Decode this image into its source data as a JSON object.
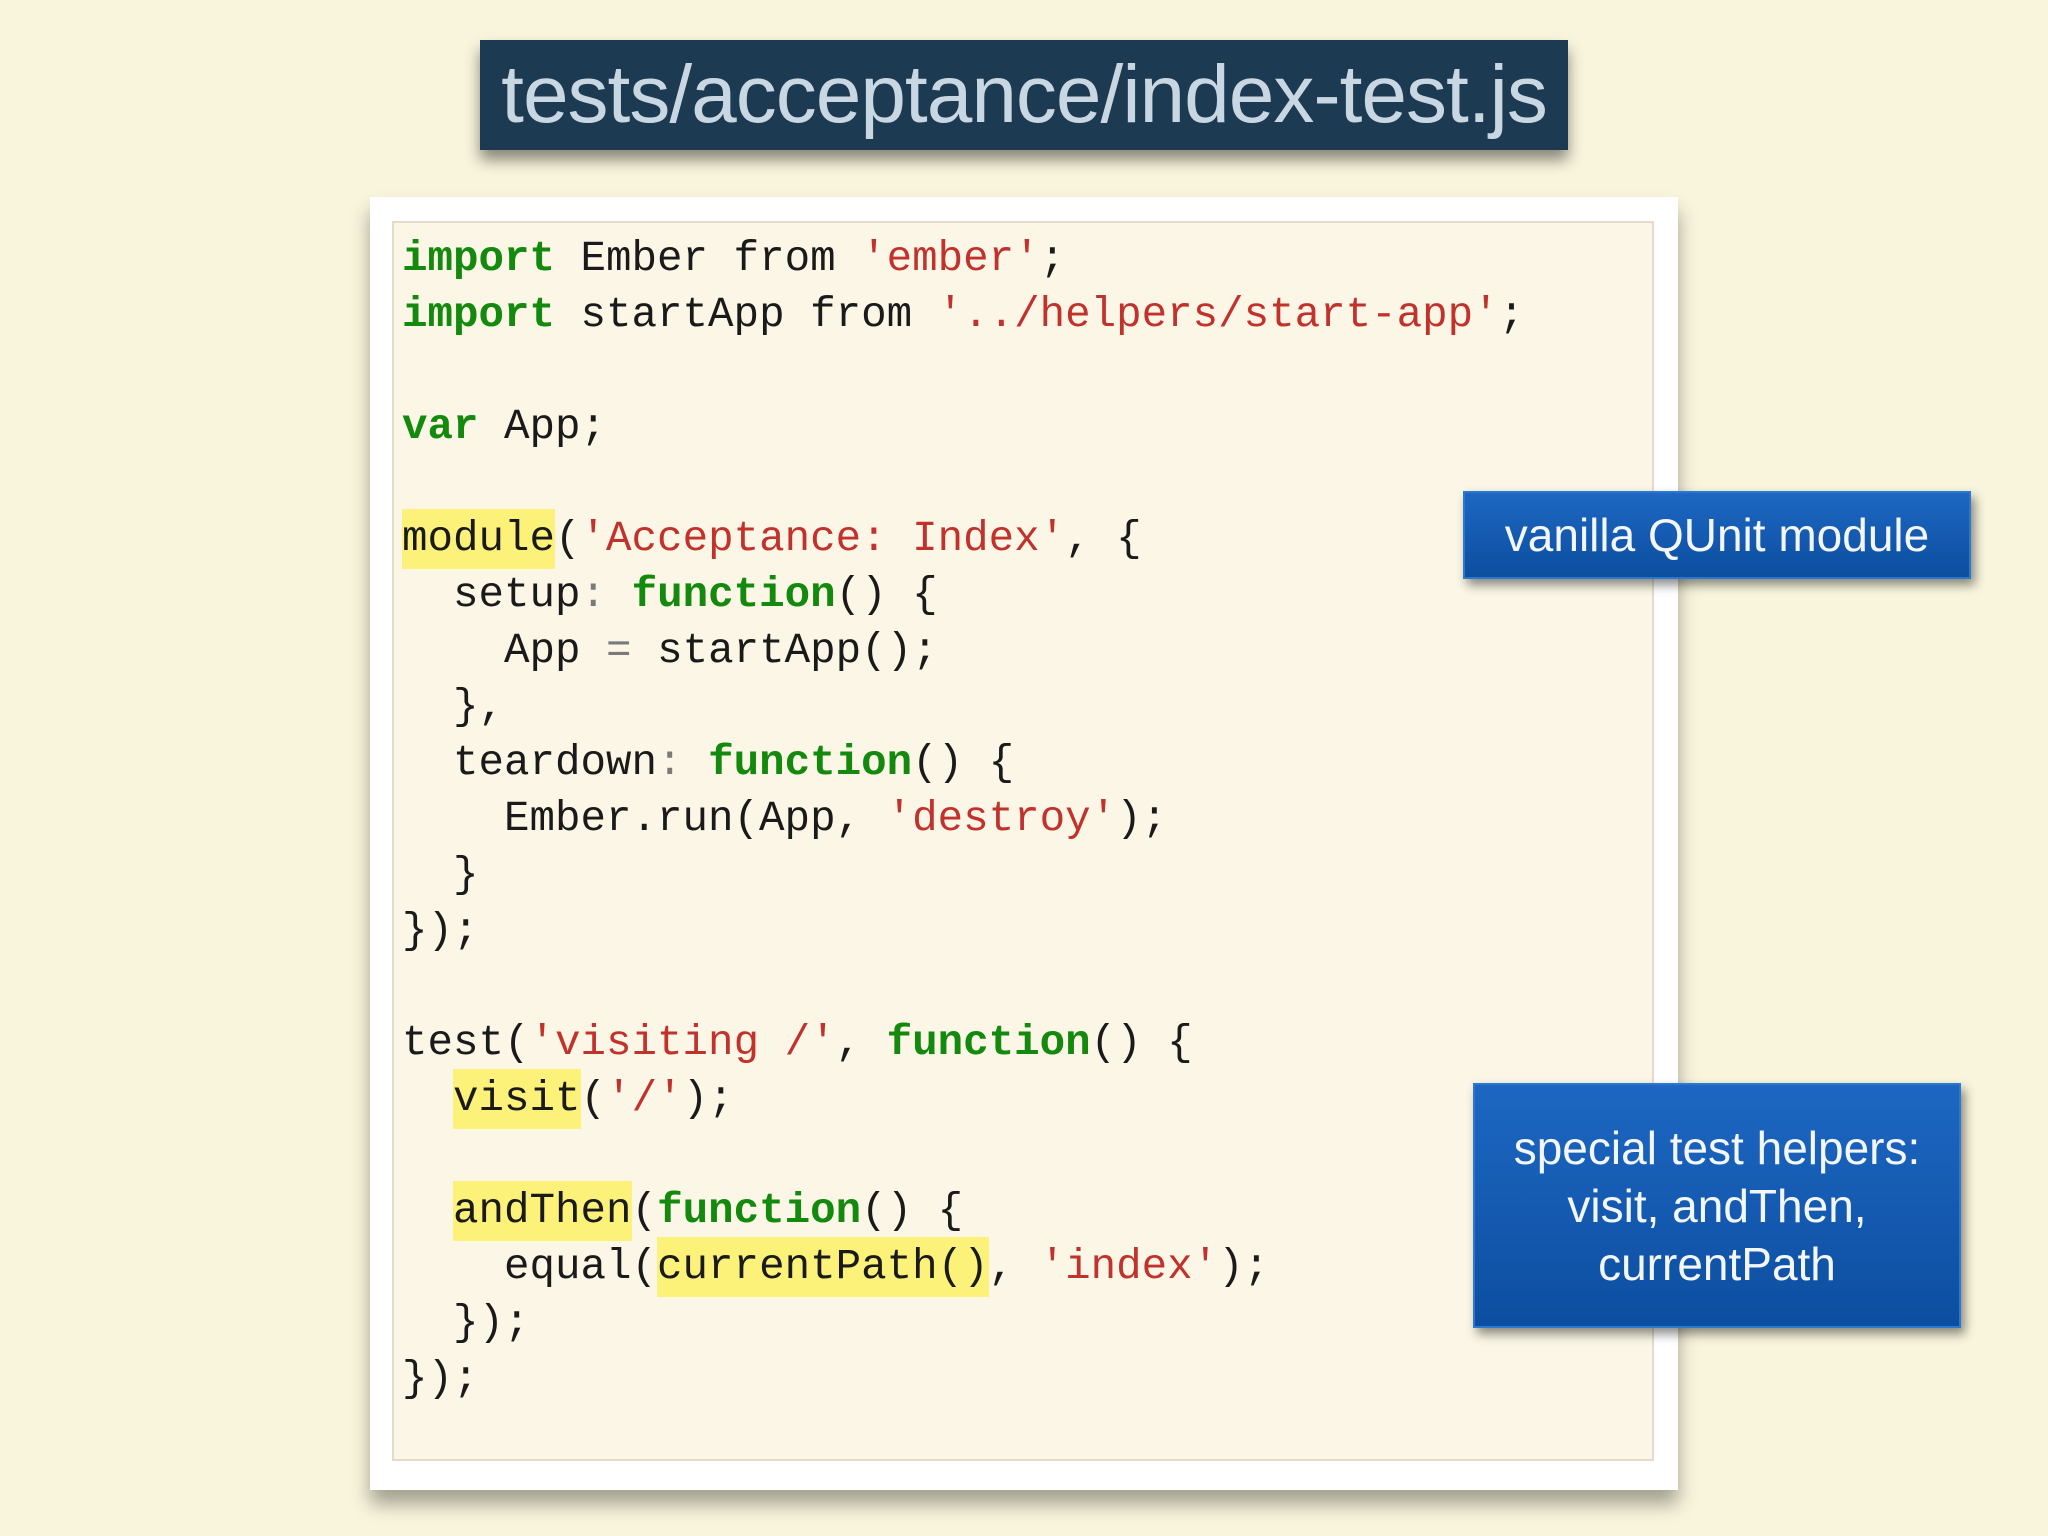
{
  "slide": {
    "title": "tests/acceptance/index-test.js"
  },
  "code": {
    "l1": {
      "kw": "import",
      "a": " Ember from ",
      "str": "'ember'",
      "b": ";"
    },
    "l2": {
      "kw": "import",
      "a": " startApp from ",
      "str": "'../helpers/start-app'",
      "b": ";"
    },
    "l4": {
      "kw": "var",
      "a": " App;"
    },
    "l6": {
      "hl": "module",
      "a": "(",
      "str": "'Acceptance: Index'",
      "b": ", {"
    },
    "l7": {
      "a": "  setup",
      "op": ":",
      "sp": " ",
      "kw": "function",
      "b": "() {"
    },
    "l8": {
      "a": "    App ",
      "op": "=",
      "b": " startApp();"
    },
    "l9": {
      "a": "  },"
    },
    "l10": {
      "a": "  teardown",
      "op": ":",
      "sp": " ",
      "kw": "function",
      "b": "() {"
    },
    "l11": {
      "a": "    Ember.run(App, ",
      "str": "'destroy'",
      "b": ");"
    },
    "l12": {
      "a": "  }"
    },
    "l13": {
      "a": "});"
    },
    "l15": {
      "a": "test(",
      "str": "'visiting /'",
      "b": ", ",
      "kw": "function",
      "c": "() {"
    },
    "l16": {
      "indent": "  ",
      "hl": "visit",
      "a": "(",
      "str": "'/'",
      "b": ");"
    },
    "l18": {
      "indent": "  ",
      "hl": "andThen",
      "a": "(",
      "kw": "function",
      "b": "() {"
    },
    "l19": {
      "a": "    equal(",
      "hl": "currentPath()",
      "b": ", ",
      "str": "'index'",
      "c": ");"
    },
    "l20": {
      "a": "  });"
    },
    "l21": {
      "a": "});"
    }
  },
  "callouts": {
    "qunit": "vanilla QUnit module",
    "helpers_line1": "special test helpers:",
    "helpers_line2": "visit, andThen,",
    "helpers_line3": "currentPath"
  },
  "colors": {
    "background": "#f9f5dd",
    "title_bar": "#1c3a52",
    "keyword": "#13890d",
    "string": "#c2322d",
    "highlight": "#fcf27a",
    "callout": "#1d67c2"
  }
}
